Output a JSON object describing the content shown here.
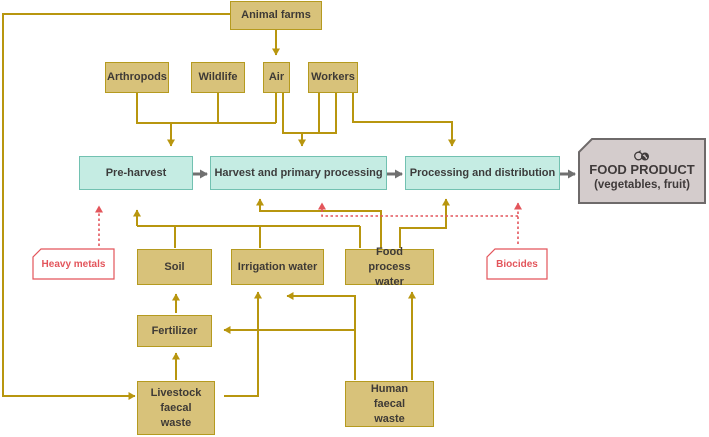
{
  "nodes": {
    "animal_farms": "Animal farms",
    "arthropods": "Arthropods",
    "wildlife": "Wildlife",
    "air": "Air",
    "workers": "Workers",
    "pre_harvest": "Pre-harvest",
    "harvest": "Harvest and primary processing",
    "processing": "Processing and distribution",
    "soil": "Soil",
    "irrigation_water": "Irrigation water",
    "food_process_water": "Food process water",
    "fertilizer": "Fertilizer",
    "livestock_waste": "Livestock faecal waste",
    "human_waste": "Human faecal waste"
  },
  "product": {
    "title": "FOOD PRODUCT",
    "subtitle": "(vegetables, fruit)"
  },
  "hazards": {
    "heavy_metals": "Heavy metals",
    "biocides": "Biocides"
  },
  "colors": {
    "flow_line": "#b8960f",
    "process_arrow": "#707070",
    "hazard": "#e3555b",
    "source_fill": "#d8c27a",
    "stage_fill": "#c5ece3",
    "product_fill": "#d4cccc"
  },
  "icons": {
    "product": "vegetables-icon"
  }
}
